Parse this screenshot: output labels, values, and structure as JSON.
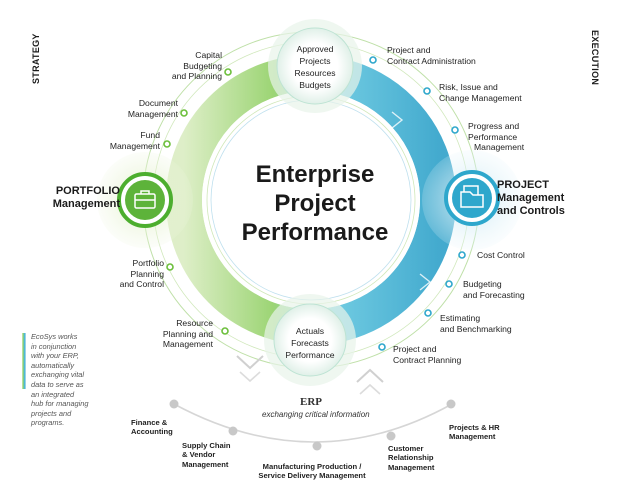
{
  "header": {
    "strategy": "STRATEGY",
    "execution": "EXECUTION"
  },
  "center": {
    "line1": "Enterprise",
    "line2": "Project",
    "line3": "Performance"
  },
  "portfolio": {
    "line1": "PORTFOLIO",
    "line2": "Management",
    "icon": "briefcase-icon"
  },
  "project": {
    "line1": "PROJECT",
    "line2": "Management",
    "line3": "and Controls",
    "icon": "folder-icon"
  },
  "top_node": {
    "line1": "Approved",
    "line2": "Projects",
    "line3": "Resources",
    "line4": "Budgets"
  },
  "bottom_node": {
    "line1": "Actuals",
    "line2": "Forecasts",
    "line3": "Performance"
  },
  "left_items": [
    {
      "lines": [
        "Capital",
        "Budgeting",
        "and Planning"
      ]
    },
    {
      "lines": [
        "Document",
        "Management"
      ]
    },
    {
      "lines": [
        "Fund",
        "Management"
      ]
    },
    {
      "lines": [
        "Portfolio",
        "Planning",
        "and Control"
      ]
    },
    {
      "lines": [
        "Resource",
        "Planning and",
        "Management"
      ]
    }
  ],
  "right_items": [
    {
      "lines": [
        "Project and",
        "Contract Administration"
      ]
    },
    {
      "lines": [
        "Risk, Issue and",
        "Change Management"
      ]
    },
    {
      "lines": [
        "Progress and",
        "Performance",
        "Management"
      ]
    },
    {
      "lines": [
        "Cost Control"
      ]
    },
    {
      "lines": [
        "Budgeting",
        "and Forecasting"
      ]
    },
    {
      "lines": [
        "Estimating",
        "and Benchmarking"
      ]
    },
    {
      "lines": [
        "Project and",
        "Contract Planning"
      ]
    }
  ],
  "note": {
    "lines": [
      "EcoSys works",
      "in conjunction",
      "with your ERP,",
      "automatically",
      "exchanging vital",
      "data to serve as",
      "an integrated",
      "hub for managing",
      "projects and",
      "programs."
    ]
  },
  "erp": {
    "title": "ERP",
    "subtitle": "exchanging critical information"
  },
  "erp_items": [
    {
      "lines": [
        "Finance &",
        "Accounting"
      ]
    },
    {
      "lines": [
        "Supply Chain",
        "& Vendor",
        "Management"
      ]
    },
    {
      "lines": [
        "Manufacturing Production /",
        "Service Delivery Management"
      ]
    },
    {
      "lines": [
        "Customer",
        "Relationship",
        "Management"
      ]
    },
    {
      "lines": [
        "Projects & HR",
        "Management"
      ]
    }
  ],
  "colors": {
    "green": "#8cc540",
    "green_dark": "#4cae2e",
    "blue": "#2ea7cc",
    "blue_light": "#5bc3dd",
    "gray": "#c8c8c8"
  }
}
